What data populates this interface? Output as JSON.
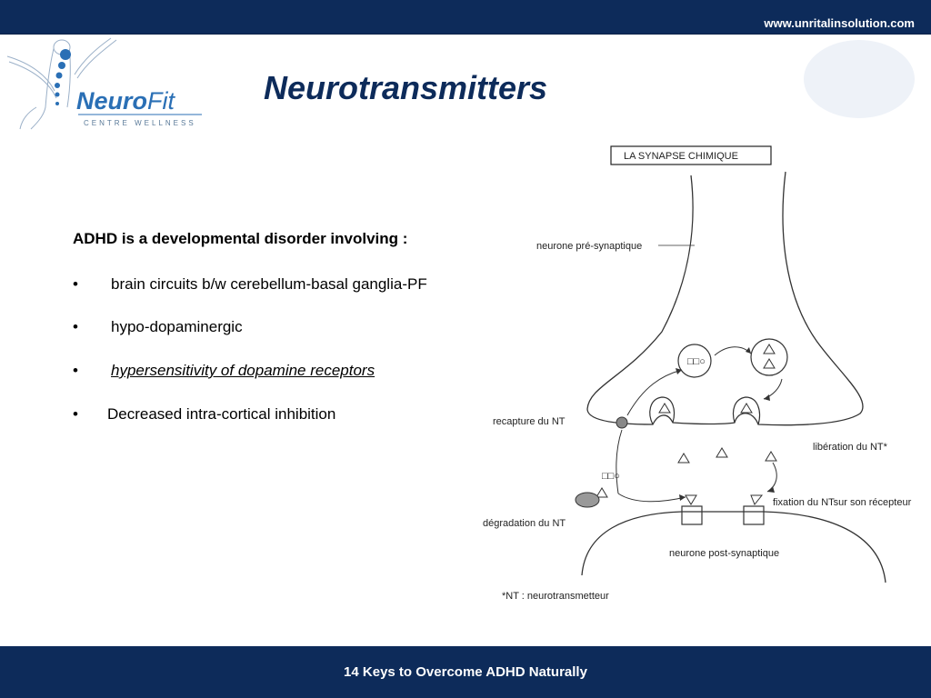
{
  "header": {
    "url": "www.unritalinsolution.com"
  },
  "logo": {
    "brand_part1": "Neuro",
    "brand_part2": "Fit",
    "tagline": "CENTRE WELLNESS"
  },
  "slide": {
    "title": "Neurotransmitters",
    "intro": "ADHD is a developmental disorder involving :",
    "bullets": [
      "brain circuits b/w cerebellum-basal ganglia-PF",
      "hypo-dopaminergic",
      "hypersensitivity of dopamine receptors",
      "Decreased intra-cortical inhibition"
    ],
    "bullet_char": "•"
  },
  "diagram": {
    "title": "LA SYNAPSE CHIMIQUE",
    "labels": {
      "presynaptic": "neurone pré-synaptique",
      "reuptake": "recapture du NT",
      "release": "libération du NT*",
      "degradation": "dégradation du NT",
      "binding": "fixation du NTsur son récepteur",
      "postsynaptic": "neurone post-synaptique",
      "footnote": "*NT : neurotransmetteur"
    }
  },
  "footer": {
    "text": "14 Keys to Overcome ADHD Naturally"
  },
  "colors": {
    "bar": "#0d2b5a",
    "logo_blue": "#2a6fb5",
    "logo_gray": "#5a7a99"
  }
}
